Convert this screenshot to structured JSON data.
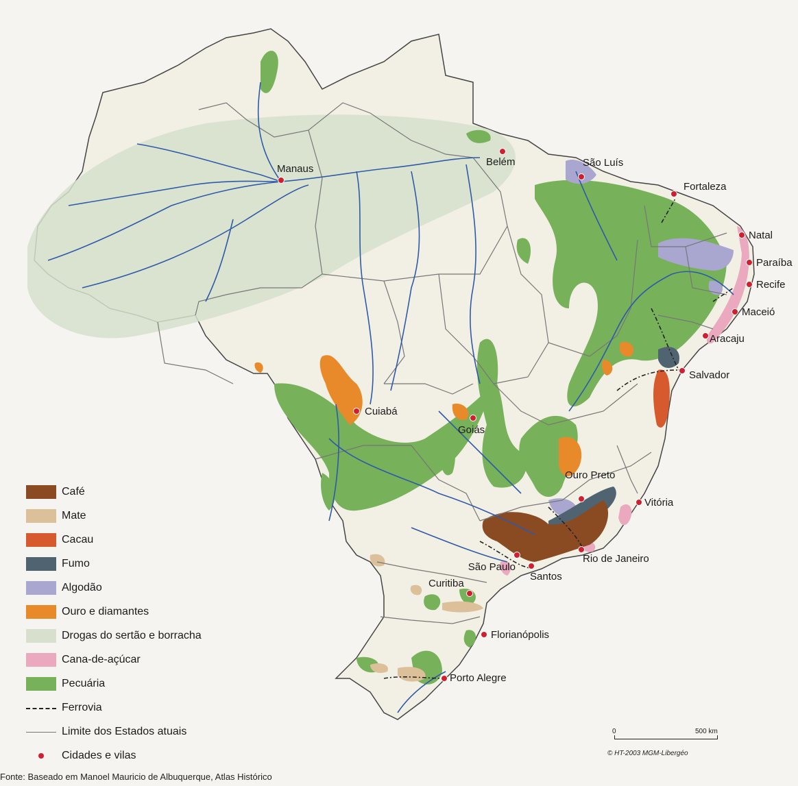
{
  "cities": [
    {
      "id": "manaus",
      "name": "Manaus"
    },
    {
      "id": "belem",
      "name": "Belém"
    },
    {
      "id": "sao-luis",
      "name": "São Luís"
    },
    {
      "id": "fortaleza",
      "name": "Fortaleza"
    },
    {
      "id": "natal",
      "name": "Natal"
    },
    {
      "id": "paraiba",
      "name": "Paraíba"
    },
    {
      "id": "recife",
      "name": "Recife"
    },
    {
      "id": "maceio",
      "name": "Maceió"
    },
    {
      "id": "aracaju",
      "name": "Aracaju"
    },
    {
      "id": "salvador",
      "name": "Salvador"
    },
    {
      "id": "cuiaba",
      "name": "Cuiabá"
    },
    {
      "id": "goias",
      "name": "Goiás"
    },
    {
      "id": "ouro-preto",
      "name": "Ouro Preto"
    },
    {
      "id": "vitoria",
      "name": "Vitória"
    },
    {
      "id": "rio",
      "name": "Rio de Janeiro"
    },
    {
      "id": "sao-paulo",
      "name": "São Paulo"
    },
    {
      "id": "santos",
      "name": "Santos"
    },
    {
      "id": "curitiba",
      "name": "Curitiba"
    },
    {
      "id": "florianopolis",
      "name": "Florianópolis"
    },
    {
      "id": "porto-alegre",
      "name": "Porto Alegre"
    }
  ],
  "legend": [
    {
      "label": "Café",
      "type": "fill",
      "color": "#8a4a22"
    },
    {
      "label": "Mate",
      "type": "fill",
      "color": "#dcc09a"
    },
    {
      "label": "Cacau",
      "type": "fill",
      "color": "#d75a2e"
    },
    {
      "label": "Fumo",
      "type": "fill",
      "color": "#4f6470"
    },
    {
      "label": "Algodão",
      "type": "fill",
      "color": "#a9a6d0"
    },
    {
      "label": "Ouro e diamantes",
      "type": "fill",
      "color": "#e88a2a"
    },
    {
      "label": "Drogas do sertão e borracha",
      "type": "fill",
      "color": "#d6e0cc"
    },
    {
      "label": "Cana-de-açúcar",
      "type": "fill",
      "color": "#eba9bf"
    },
    {
      "label": "Pecuária",
      "type": "fill",
      "color": "#77b15a"
    },
    {
      "label": "Ferrovia",
      "type": "line-dash",
      "color": "#222222"
    },
    {
      "label": "Limite dos Estados atuais",
      "type": "line-solid",
      "color": "#777777"
    },
    {
      "label": "Cidades e vilas",
      "type": "dot",
      "color": "#d02030"
    }
  ],
  "scale": {
    "start": "0",
    "end": "500 km"
  },
  "credit": "© HT-2003 MGM-Libergéo",
  "source": "Fonte: Baseado em Manoel Mauricio de Albuquerque, Atlas Histórico"
}
